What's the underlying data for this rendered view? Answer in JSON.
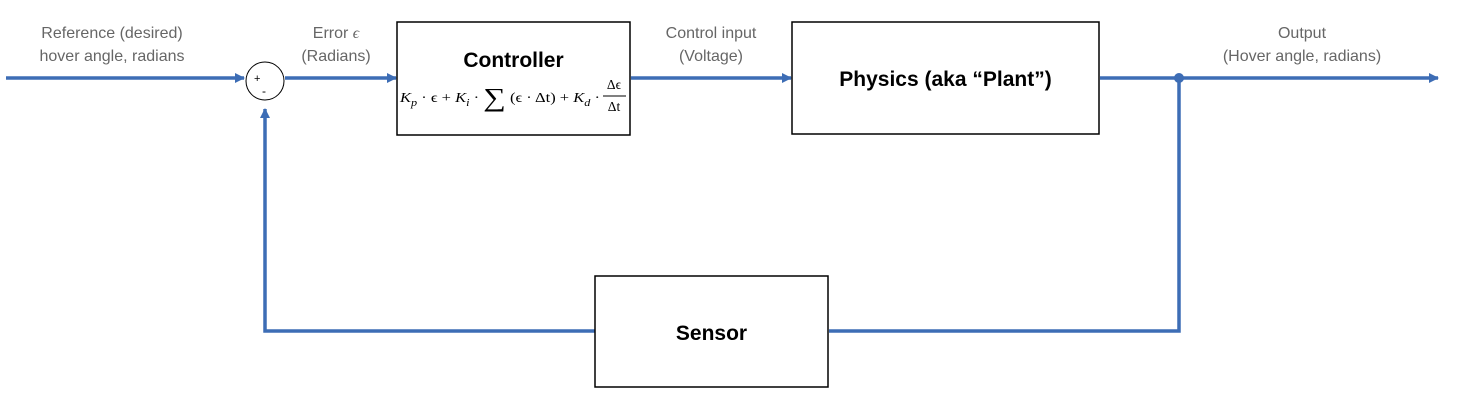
{
  "labels": {
    "reference_line1": "Reference (desired)",
    "reference_line2": "hover angle, radians",
    "error_word": "Error",
    "error_symbol": "ϵ",
    "error_units": "(Radians)",
    "control_line1": "Control input",
    "control_line2": "(Voltage)",
    "output_line1": "Output",
    "output_line2": "(Hover angle, radians)"
  },
  "summing_junction": {
    "plus": "+",
    "minus": "-"
  },
  "controller": {
    "title": "Controller",
    "formula": {
      "kp": "K",
      "kp_sub": "p",
      "part1": " · ϵ + ",
      "ki": "K",
      "ki_sub": "i",
      "part2": " · ",
      "sum": "∑",
      "part3": " (ϵ · Δt) + ",
      "kd": "K",
      "kd_sub": "d",
      "part4": " · ",
      "frac_num": "Δϵ",
      "frac_den": "Δt"
    }
  },
  "plant": {
    "title": "Physics (aka “Plant”)"
  },
  "sensor": {
    "title": "Sensor"
  },
  "colors": {
    "wire": "#3d6db5",
    "label": "#666666",
    "box_stroke": "#000000"
  }
}
